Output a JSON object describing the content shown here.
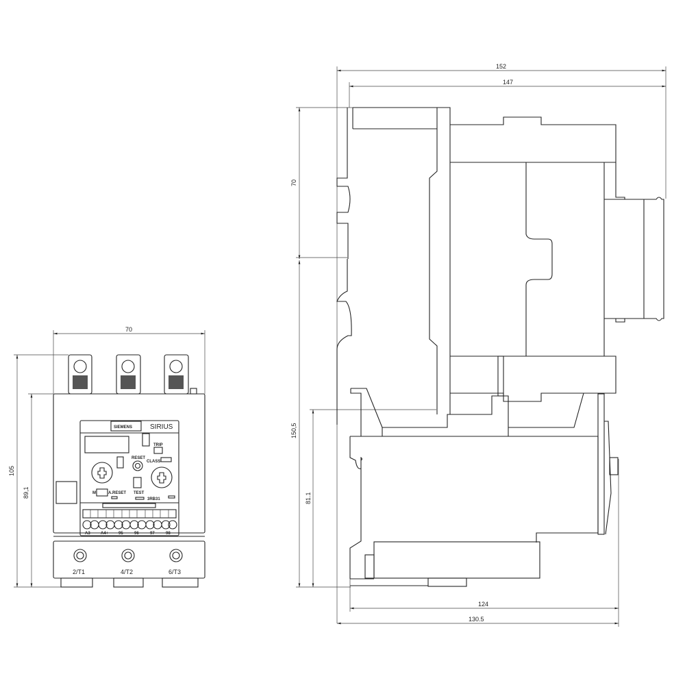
{
  "front_view": {
    "dims": {
      "width": "70",
      "height_total": "105",
      "height_body": "89,1"
    },
    "brand": "SIEMENS",
    "product": "SIRIUS",
    "labels": {
      "trip": "TRIP",
      "reset": "RESET",
      "class": "CLASS",
      "test": "TEST",
      "manual": "M",
      "auto_reset": "A.RESET",
      "model": "3RB31"
    },
    "aux_terminals": [
      "A3-",
      "A4+",
      "95",
      "96",
      "97",
      "98"
    ],
    "main_terminals": [
      "2/T1",
      "4/T2",
      "6/T3"
    ]
  },
  "side_view": {
    "dims": {
      "top_outer": "152",
      "top_inner": "147",
      "upper": "70",
      "total_height": "150,5",
      "lower_height": "81.1",
      "depth": "124",
      "depth_total": "130.5"
    }
  }
}
